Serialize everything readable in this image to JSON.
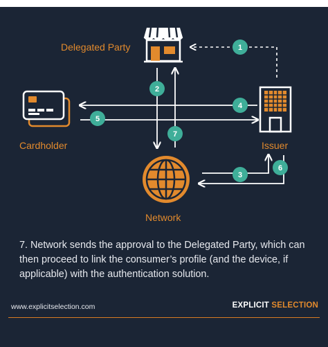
{
  "labels": {
    "delegated_party": "Delegated Party",
    "cardholder": "Cardholder",
    "issuer": "Issuer",
    "network": "Network"
  },
  "steps": [
    "1",
    "2",
    "3",
    "4",
    "5",
    "6",
    "7"
  ],
  "description": "7. Network sends the approval to the Delegated Party, which can then proceed to link the consumer’s profile (and the device, if applicable) with the authentication solution.",
  "footer": {
    "website": "www.explicitselection.com",
    "brand_part1": "EXPLICIT",
    "brand_part2": "SELECTION"
  },
  "colors": {
    "background": "#1b2535",
    "accent": "#e28a2d",
    "step_badge": "#3fae99",
    "arrow": "#ffffff"
  },
  "icons": {
    "delegated_party": "storefront-icon",
    "cardholder": "credit-card-icon",
    "issuer": "bank-building-icon",
    "network": "globe-icon"
  }
}
